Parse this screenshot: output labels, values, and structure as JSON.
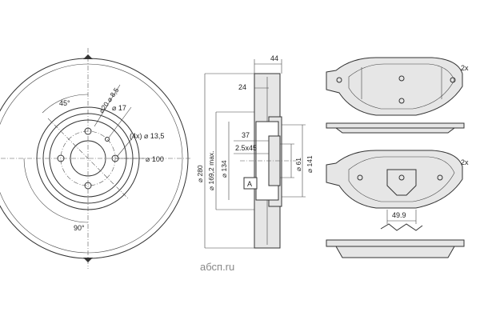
{
  "disc_front": {
    "angle_top": "45°",
    "angle_bottom": "90°",
    "hole_small": "⌀20 ⌀ 8,5",
    "hole_17": "⌀ 17",
    "bolt_holes": "(4x) ⌀ 13,5",
    "pcd": "⌀ 100"
  },
  "disc_section": {
    "width_44": "44",
    "offset_24": "24",
    "dim_37": "37",
    "chamfer": "2.5x45",
    "dia_280": "⌀ 280",
    "dia_169": "⌀ 169,2 max.",
    "dia_134": "⌀ 134",
    "dia_61": "⌀ 61",
    "dia_141": "⌀ 141",
    "datum": "A"
  },
  "pads": {
    "qty_top": "2x",
    "qty_bottom": "2x",
    "dim_49": "49.9"
  },
  "watermark": {
    "text": "абсп.ru"
  }
}
